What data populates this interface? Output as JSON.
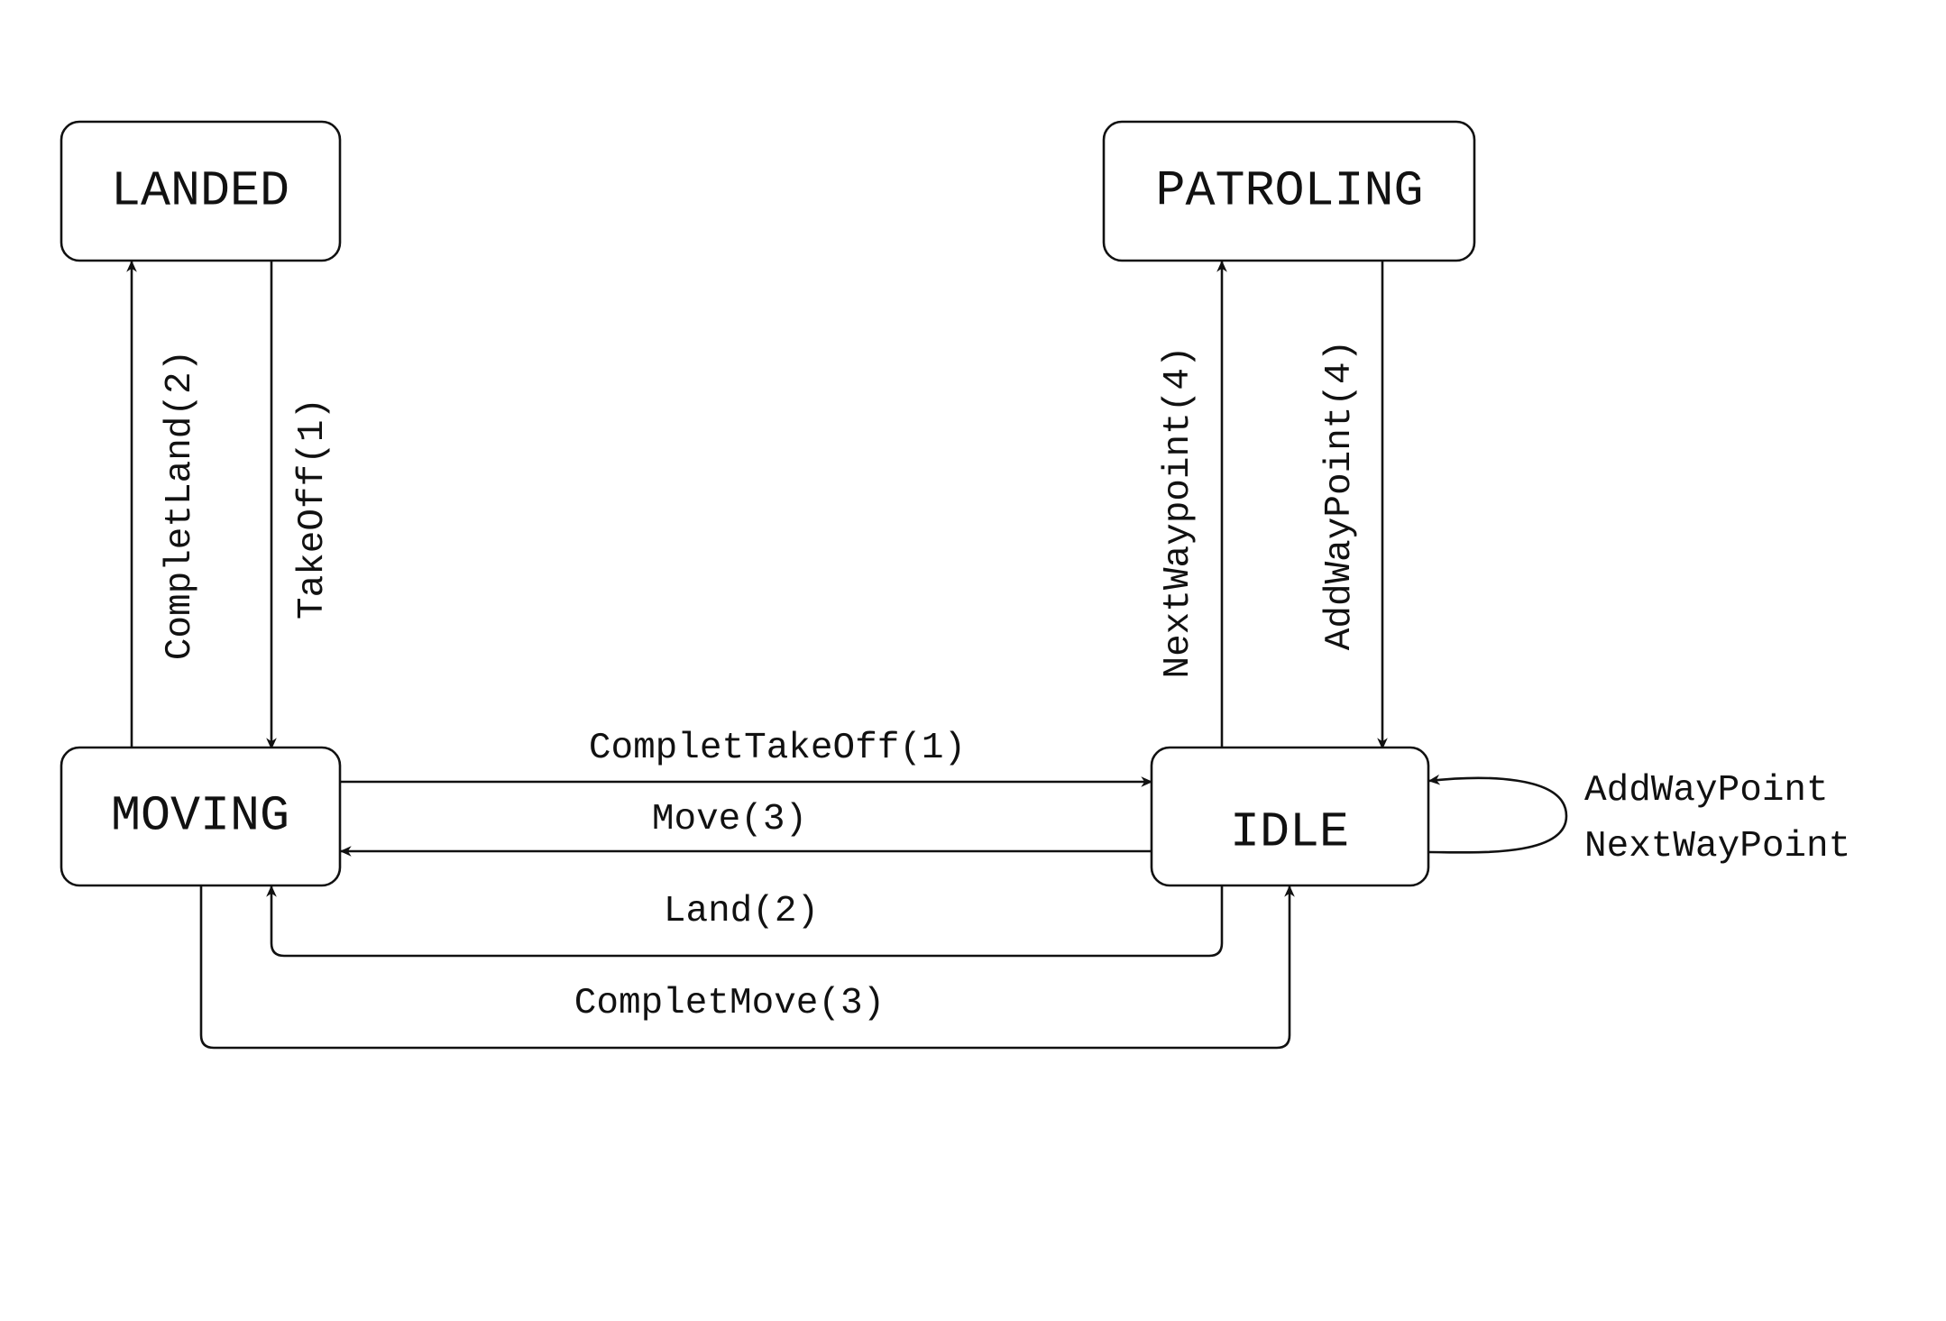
{
  "states": {
    "landed": "LANDED",
    "patroling": "PATROLING",
    "moving": "MOVING",
    "idle": "IDLE"
  },
  "transitions": {
    "complet_land": "CompletLand(2)",
    "take_off": "TakeOff(1)",
    "next_waypoint_4": "NextWaypoint(4)",
    "add_waypoint_4": "AddWayPoint(4)",
    "complet_take_off": "CompletTakeOff(1)",
    "move": "Move(3)",
    "land": "Land(2)",
    "complet_move": "CompletMove(3)",
    "self_loop_line1": "AddWayPoint",
    "self_loop_line2": "NextWayPoint"
  },
  "colors": {
    "stroke": "#111111",
    "background": "#ffffff"
  }
}
